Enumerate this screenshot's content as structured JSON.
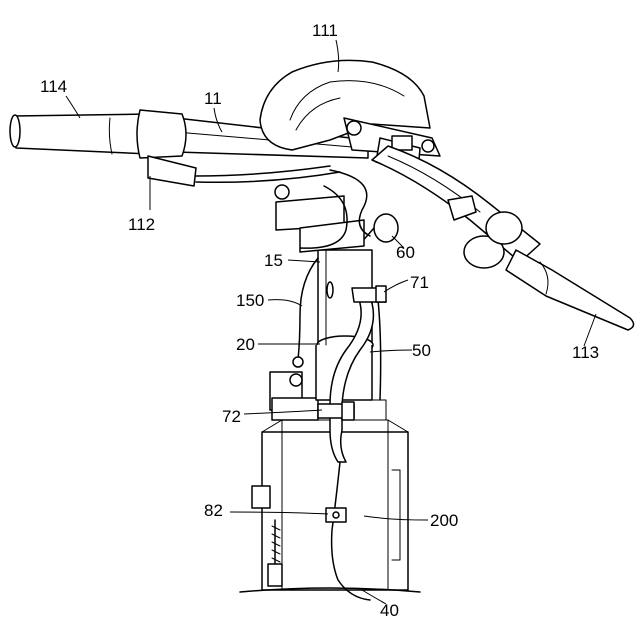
{
  "labels": {
    "l111": "111",
    "l114": "114",
    "l11": "11",
    "l112": "112",
    "l15": "15",
    "l60": "60",
    "l71": "71",
    "l150": "150",
    "l20": "20",
    "l50": "50",
    "l113": "113",
    "l72": "72",
    "l82": "82",
    "l200": "200",
    "l40": "40"
  }
}
